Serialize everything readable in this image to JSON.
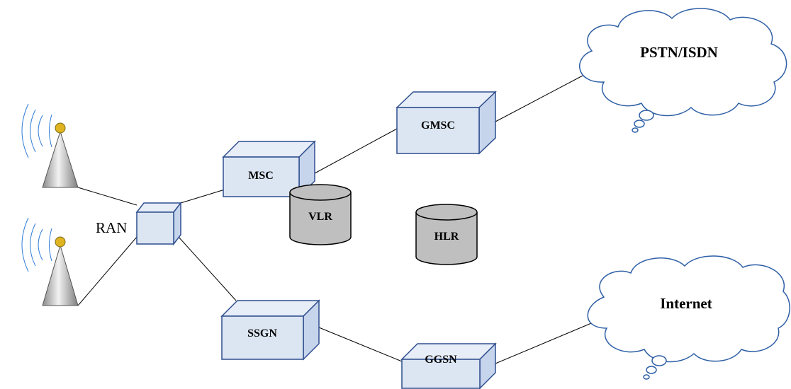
{
  "colors": {
    "box_front": "#dce6f2",
    "box_top": "#e8eef8",
    "box_side": "#c6d4ec",
    "box_edge": "#2f4f8f",
    "cylinder_fill": "#bfbfbf",
    "cloud_stroke": "#2e5fa6",
    "antenna_knob": "#e0b420"
  },
  "nodes": {
    "ran": "RAN",
    "msc": "MSC",
    "gmsc": "GMSC",
    "vlr": "VLR",
    "hlr": "HLR",
    "ssgn": "SSGN",
    "ggsn": "GGSN"
  },
  "clouds": {
    "pstn": "PSTN/ISDN",
    "internet": "Internet"
  },
  "icons": [
    "antenna-icon",
    "network-box-icon",
    "database-cylinder-icon",
    "cloud-icon"
  ]
}
